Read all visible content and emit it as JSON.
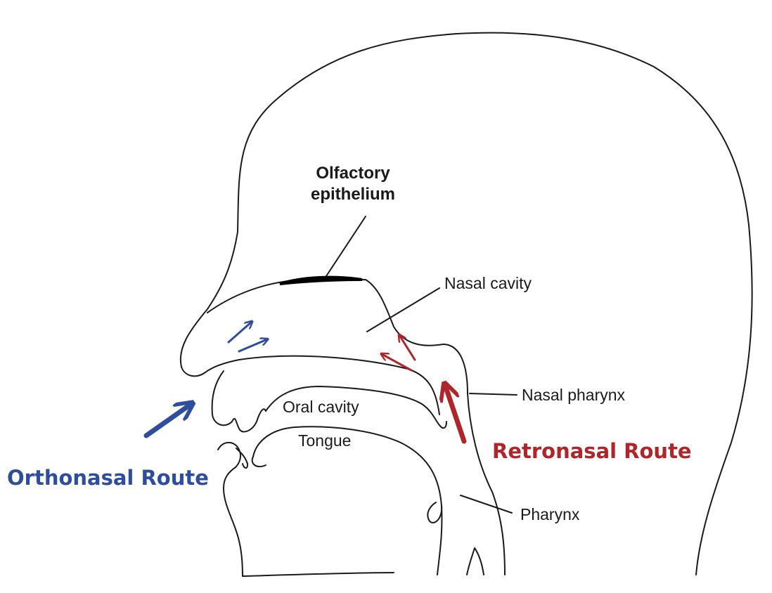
{
  "labels": {
    "olfactory_line1": "Olfactory",
    "olfactory_line2": "epithelium",
    "nasal_cavity": "Nasal cavity",
    "nasal_pharynx": "Nasal pharynx",
    "oral_cavity": "Oral cavity",
    "tongue": "Tongue",
    "pharynx": "Pharynx"
  },
  "routes": {
    "orthonasal": "Orthonasal Route",
    "retronasal": "Retronasal Route"
  },
  "colors": {
    "orthonasal": "#2e4d9c",
    "retronasal": "#b0252a",
    "outline": "#1a1a1a",
    "epithelium": "#000000"
  }
}
